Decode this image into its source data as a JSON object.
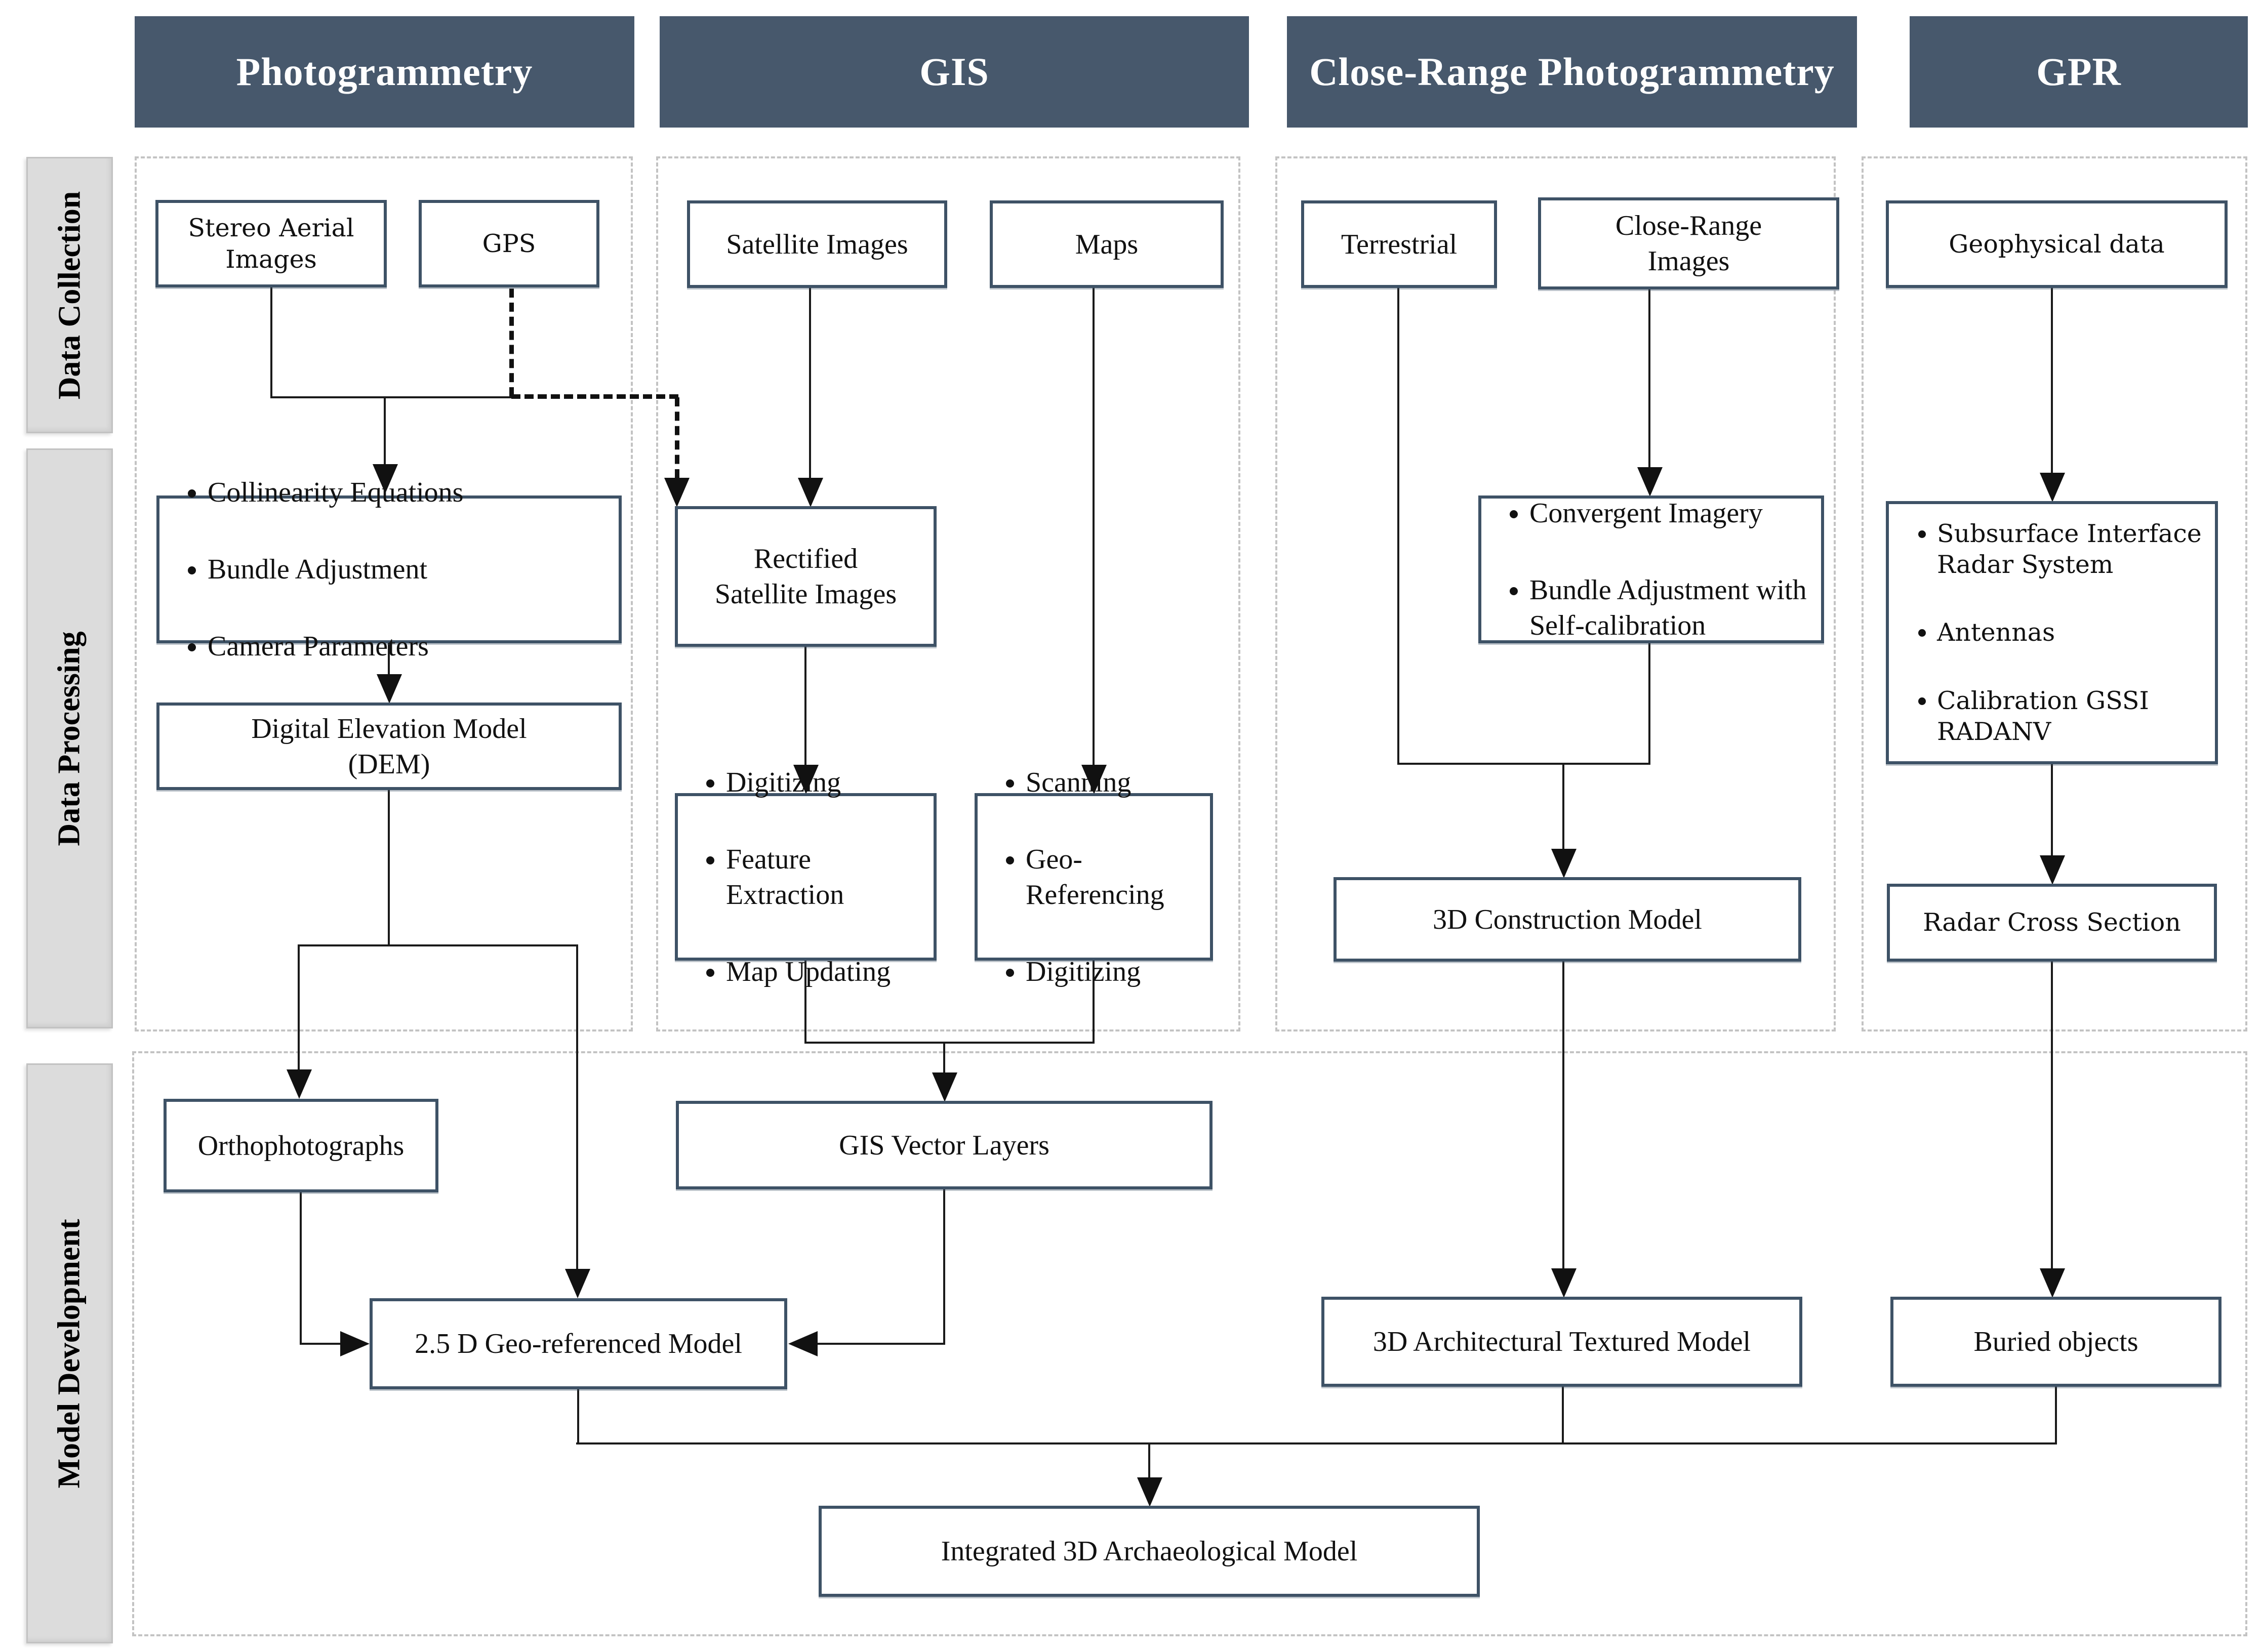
{
  "headers": {
    "photogrammetry": "Photogrammetry",
    "gis": "GIS",
    "close_range": "Close-Range Photogrammetry",
    "gpr": "GPR"
  },
  "row_labels": {
    "collection": "Data Collection",
    "processing": "Data Processing",
    "development": "Model Development"
  },
  "boxes": {
    "stereo_aerial": {
      "label": "Stereo Aerial\nImages"
    },
    "gps": {
      "label": "GPS"
    },
    "satellite": {
      "label": "Satellite Images"
    },
    "maps": {
      "label": "Maps"
    },
    "terrestrial": {
      "label": "Terrestrial"
    },
    "close_range_images": {
      "label": "Close-Range\nImages"
    },
    "geophysical": {
      "label": "Geophysical data"
    },
    "collinearity": {
      "items": [
        "Collinearity Equations",
        "Bundle Adjustment",
        "Camera Parameters"
      ]
    },
    "rectified": {
      "label": "Rectified\nSatellite Images"
    },
    "convergent": {
      "items": [
        "Convergent Imagery",
        "Bundle Adjustment with Self-calibration"
      ]
    },
    "gpr_processing": {
      "items": [
        "Subsurface Interface Radar System",
        "Antennas",
        "Calibration GSSI RADANV"
      ]
    },
    "dem": {
      "label": "Digital Elevation Model\n(DEM)"
    },
    "digitizing": {
      "items": [
        "Digitizing",
        "Feature Extraction",
        "Map Updating"
      ]
    },
    "scanning": {
      "items": [
        "Scanning",
        "Geo-Referencing",
        "Digitizing"
      ]
    },
    "construction_3d": {
      "label": "3D Construction Model"
    },
    "radar_cross": {
      "label": "Radar Cross Section"
    },
    "orthophotographs": {
      "label": "Orthophotographs"
    },
    "gis_vector": {
      "label": "GIS Vector Layers"
    },
    "geo_referenced": {
      "label": "2.5 D Geo-referenced Model"
    },
    "architectural": {
      "label": "3D Architectural Textured Model"
    },
    "buried": {
      "label": "Buried objects"
    },
    "integrated": {
      "label": "Integrated 3D Archaeological Model"
    }
  },
  "colors": {
    "header_bg": "#47586C",
    "box_border": "#3E5266",
    "line": "#1a1a1a",
    "dashed_region": "#c3c3c3",
    "row_label_bg": "#DCDCDC"
  }
}
